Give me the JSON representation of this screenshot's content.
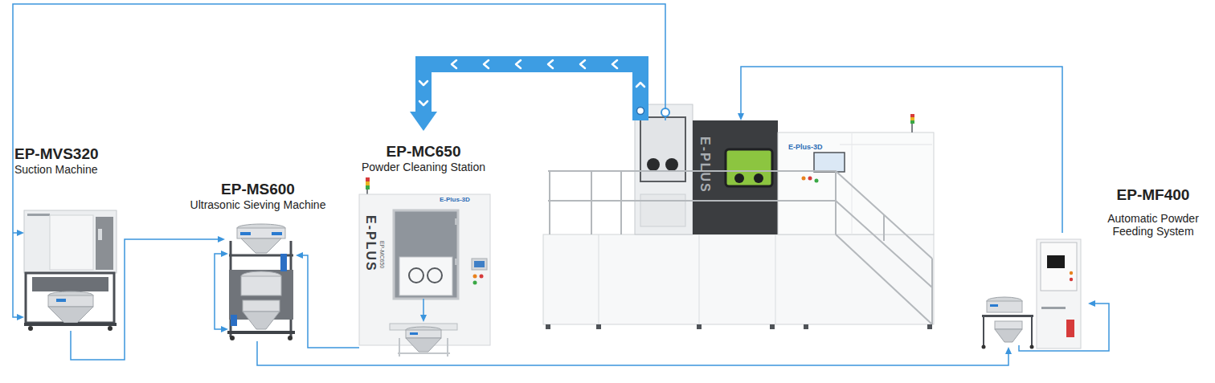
{
  "diagram": {
    "nodes": [
      {
        "text": [
          "EP-MVS320",
          "Suction Machine"
        ]
      },
      {
        "text": [
          "EP-MS600",
          "Ultrasonic Sieving Machine"
        ]
      },
      {
        "text": [
          "EP-MC650",
          "Powder Cleaning Station"
        ]
      },
      {
        "text": [
          "E-Plus-3D"
        ]
      },
      {
        "text": [
          "EP-MF400",
          "Automatic Powder Feeding System"
        ]
      }
    ],
    "edges": [
      {
        "from": 3,
        "to": 2,
        "arrow": "to"
      },
      {
        "from": 3,
        "to": 0,
        "arrow": "to"
      },
      {
        "from": 0,
        "to": 1,
        "arrow": "to"
      },
      {
        "from": 2,
        "to": 1,
        "arrow": "to"
      },
      {
        "from": 1,
        "to": 4,
        "arrow": "to"
      },
      {
        "from": 4,
        "to": 3,
        "arrow": "to"
      }
    ],
    "labels": [
      "E-PLUS",
      "EP-MC650",
      "E-Plus-3D",
      "E-PLUS"
    ]
  }
}
